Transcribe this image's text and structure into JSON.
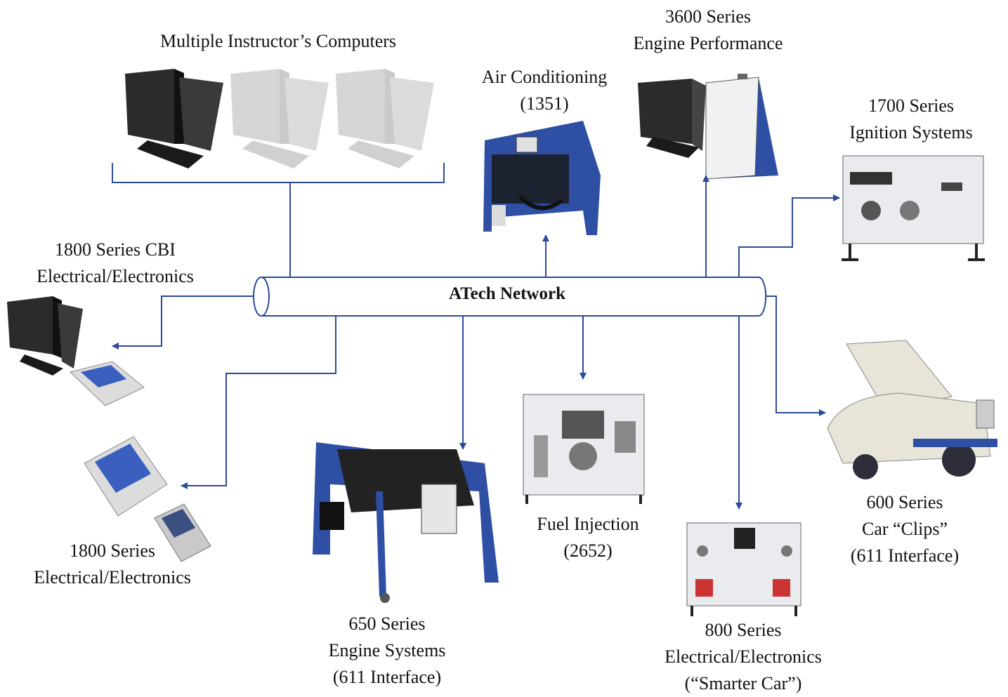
{
  "network": {
    "name": "ATech Network"
  },
  "nodes": {
    "instructors": {
      "lines": [
        "Multiple Instructor’s Computers"
      ]
    },
    "air_conditioning": {
      "lines": [
        "Air Conditioning",
        "(1351)"
      ]
    },
    "engine_performance": {
      "lines": [
        "3600 Series",
        "Engine Performance"
      ]
    },
    "ignition": {
      "lines": [
        "1700 Series",
        "Ignition Systems"
      ]
    },
    "cbi": {
      "lines": [
        "1800 Series CBI",
        "Electrical/Electronics"
      ]
    },
    "electrical_1800": {
      "lines": [
        "1800 Series",
        "Electrical/Electronics"
      ]
    },
    "engine_systems": {
      "lines": [
        "650 Series",
        "Engine Systems",
        "(611 Interface)"
      ]
    },
    "fuel_injection": {
      "lines": [
        "Fuel Injection",
        "(2652)"
      ]
    },
    "smarter_car": {
      "lines": [
        "800 Series",
        "Electrical/Electronics",
        "(“Smarter Car”)"
      ]
    },
    "car_clips": {
      "lines": [
        "600 Series",
        "Car “Clips”",
        "(611 Interface)"
      ]
    }
  },
  "colors": {
    "connector": "#2a4a9a",
    "computer_dark": "#2b2b2b",
    "computer_faded": "#cfcfcf",
    "trainer_blue": "#2e4fa3",
    "panel_light": "#e9ebee",
    "car_body": "#e8e4d8"
  }
}
